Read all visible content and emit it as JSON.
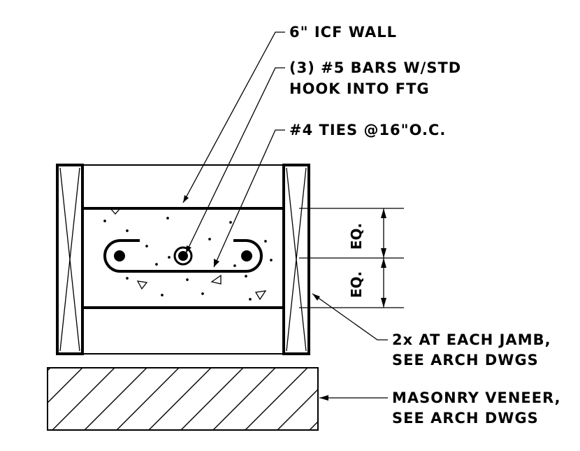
{
  "labels": {
    "icf_wall": "6\" ICF WALL",
    "bars_line1": "(3) #5 BARS W/STD",
    "bars_line2": "HOOK INTO FTG",
    "ties": "#4 TIES @16\"O.C.",
    "jamb_line1": "2x AT EACH JAMB,",
    "jamb_line2": "SEE ARCH DWGS",
    "veneer_line1": "MASONRY VENEER,",
    "veneer_line2": "SEE ARCH DWGS"
  },
  "dimensions": {
    "upper": "EQ.",
    "lower": "EQ."
  },
  "colors": {
    "line": "#000000",
    "background": "#ffffff"
  }
}
